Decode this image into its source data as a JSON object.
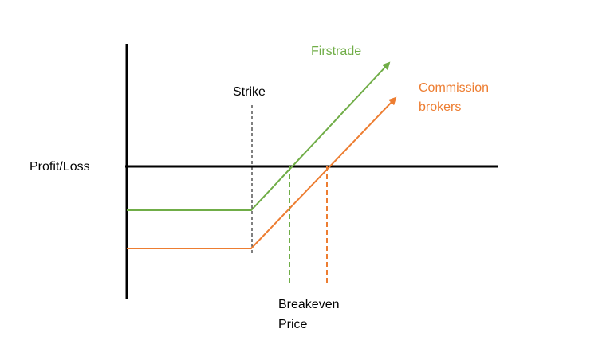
{
  "diagram": {
    "y_axis_label": "Profit/Loss",
    "strike_label": "Strike",
    "breakeven_label_line1": "Breakeven",
    "breakeven_label_line2": "Price",
    "series": [
      {
        "name": "Firstrade",
        "color": "#70AD47"
      },
      {
        "name_line1": "Commission",
        "name_line2": "brokers",
        "color": "#ED7D31"
      }
    ],
    "axis_color": "#000000"
  }
}
